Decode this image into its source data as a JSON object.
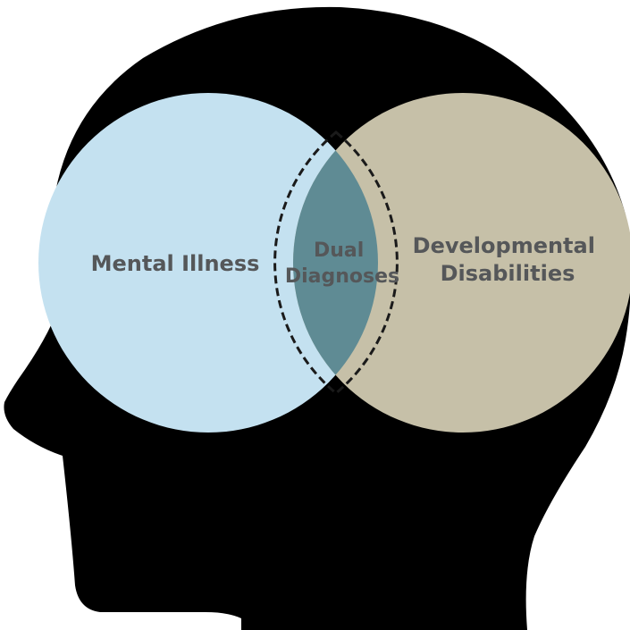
{
  "diagram": {
    "type": "venn",
    "silhouette": "human-head-profile-icon",
    "sets": [
      {
        "id": "left",
        "label_lines": [
          "Mental Illness"
        ],
        "color": "#C4E1F0"
      },
      {
        "id": "right",
        "label_lines": [
          "Developmental",
          "Disabilities"
        ],
        "color": "#C6C0A8"
      }
    ],
    "overlap": {
      "label_lines": [
        "Dual",
        "Diagnoses"
      ],
      "color": "#5F8B94",
      "border": "dashed"
    },
    "colors": {
      "background": "#FFFFFF",
      "head": "#000000",
      "label_text": "#555759",
      "overlap_border": "#1A1A1A"
    }
  }
}
